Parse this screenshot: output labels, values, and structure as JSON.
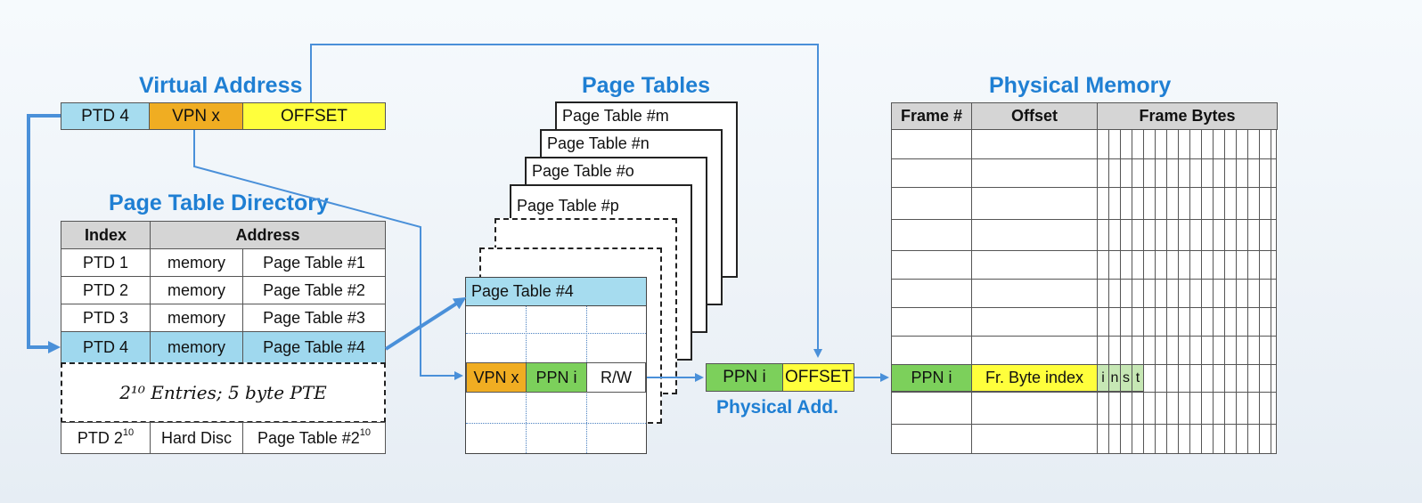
{
  "titles": {
    "virtual_address": "Virtual Address",
    "page_table_directory": "Page Table Directory",
    "page_tables": "Page Tables",
    "physical_memory": "Physical Memory",
    "physical_add": "Physical Add."
  },
  "virtual_address": {
    "ptd": "PTD 4",
    "vpn": "VPN x",
    "offset": "OFFSET"
  },
  "directory": {
    "headers": {
      "index": "Index",
      "address": "Address"
    },
    "rows": [
      {
        "index": "PTD 1",
        "location": "memory",
        "table": "Page Table #1"
      },
      {
        "index": "PTD 2",
        "location": "memory",
        "table": "Page Table #2"
      },
      {
        "index": "PTD 3",
        "location": "memory",
        "table": "Page Table #3"
      },
      {
        "index": "PTD 4",
        "location": "memory",
        "table": "Page Table #4"
      }
    ],
    "note": "2¹⁰ Entries; 5 byte PTE",
    "last_row": {
      "index": "PTD 2",
      "index_sup": "10",
      "location": "Hard Disc",
      "table": "Page Table #2",
      "table_sup": "10"
    }
  },
  "page_tables": {
    "stack_labels": [
      "Page Table #m",
      "Page Table #n",
      "Page Table #o",
      "Page Table #p"
    ],
    "front": {
      "title": "Page Table #4",
      "entry": {
        "vpn": "VPN x",
        "ppn": "PPN i",
        "rw": "R/W"
      }
    }
  },
  "physical_address": {
    "ppn": "PPN i",
    "offset": "OFFSET"
  },
  "physical_memory": {
    "headers": {
      "frame": "Frame #",
      "offset": "Offset",
      "bytes": "Frame Bytes"
    },
    "row": {
      "frame": "PPN i",
      "offset": "Fr. Byte index",
      "bytes": [
        "i",
        "n",
        "s",
        "t"
      ]
    }
  },
  "colors": {
    "title": "#1f7fd3",
    "arrow": "#4a90d9",
    "ptd_highlight": "#9fd8ee",
    "vpn": "#f0ad22",
    "offset": "#ffff3c",
    "ppn": "#7cd05b"
  }
}
